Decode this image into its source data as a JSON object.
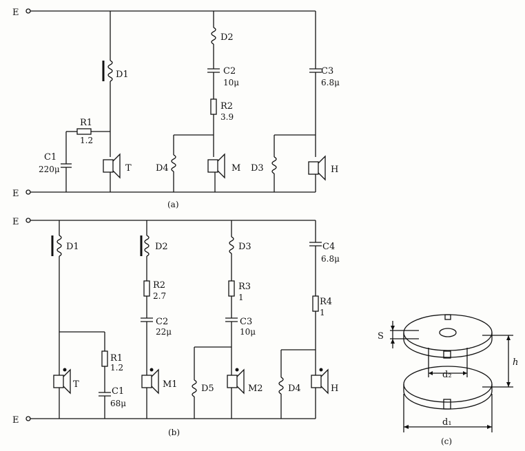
{
  "a": {
    "caption": "(a)",
    "terminal_top": "E",
    "terminal_bottom": "E",
    "labels": {
      "D1": "D1",
      "D2": "D2",
      "C2": "C2",
      "C2v": "10μ",
      "R2": "R2",
      "R2v": "3.9",
      "C3": "C3",
      "C3v": "6.8μ",
      "R1": "R1",
      "R1v": "1.2",
      "C1": "C1",
      "C1v": "220μ",
      "D4": "D4",
      "D3": "D3",
      "T": "T",
      "M": "M",
      "H": "H"
    }
  },
  "b": {
    "caption": "(b)",
    "terminal_top": "E",
    "terminal_bottom": "E",
    "labels": {
      "D1": "D1",
      "D2": "D2",
      "D3": "D3",
      "C4": "C4",
      "C4v": "6.8μ",
      "R2": "R2",
      "R2v": "2.7",
      "R3": "R3",
      "R3v": "1",
      "R4": "R4",
      "R4v": "1",
      "C2": "C2",
      "C2v": "22μ",
      "C3": "C3",
      "C3v": "10μ",
      "R1": "R1",
      "R1v": "1.2",
      "C1": "C1",
      "C1v": "68μ",
      "T": "T",
      "M1": "M1",
      "D5": "D5",
      "M2": "M2",
      "D4": "D4",
      "H": "H"
    }
  },
  "c": {
    "caption": "(c)",
    "S": "S",
    "h": "h",
    "d2": "d₂",
    "d1": "d₁"
  }
}
